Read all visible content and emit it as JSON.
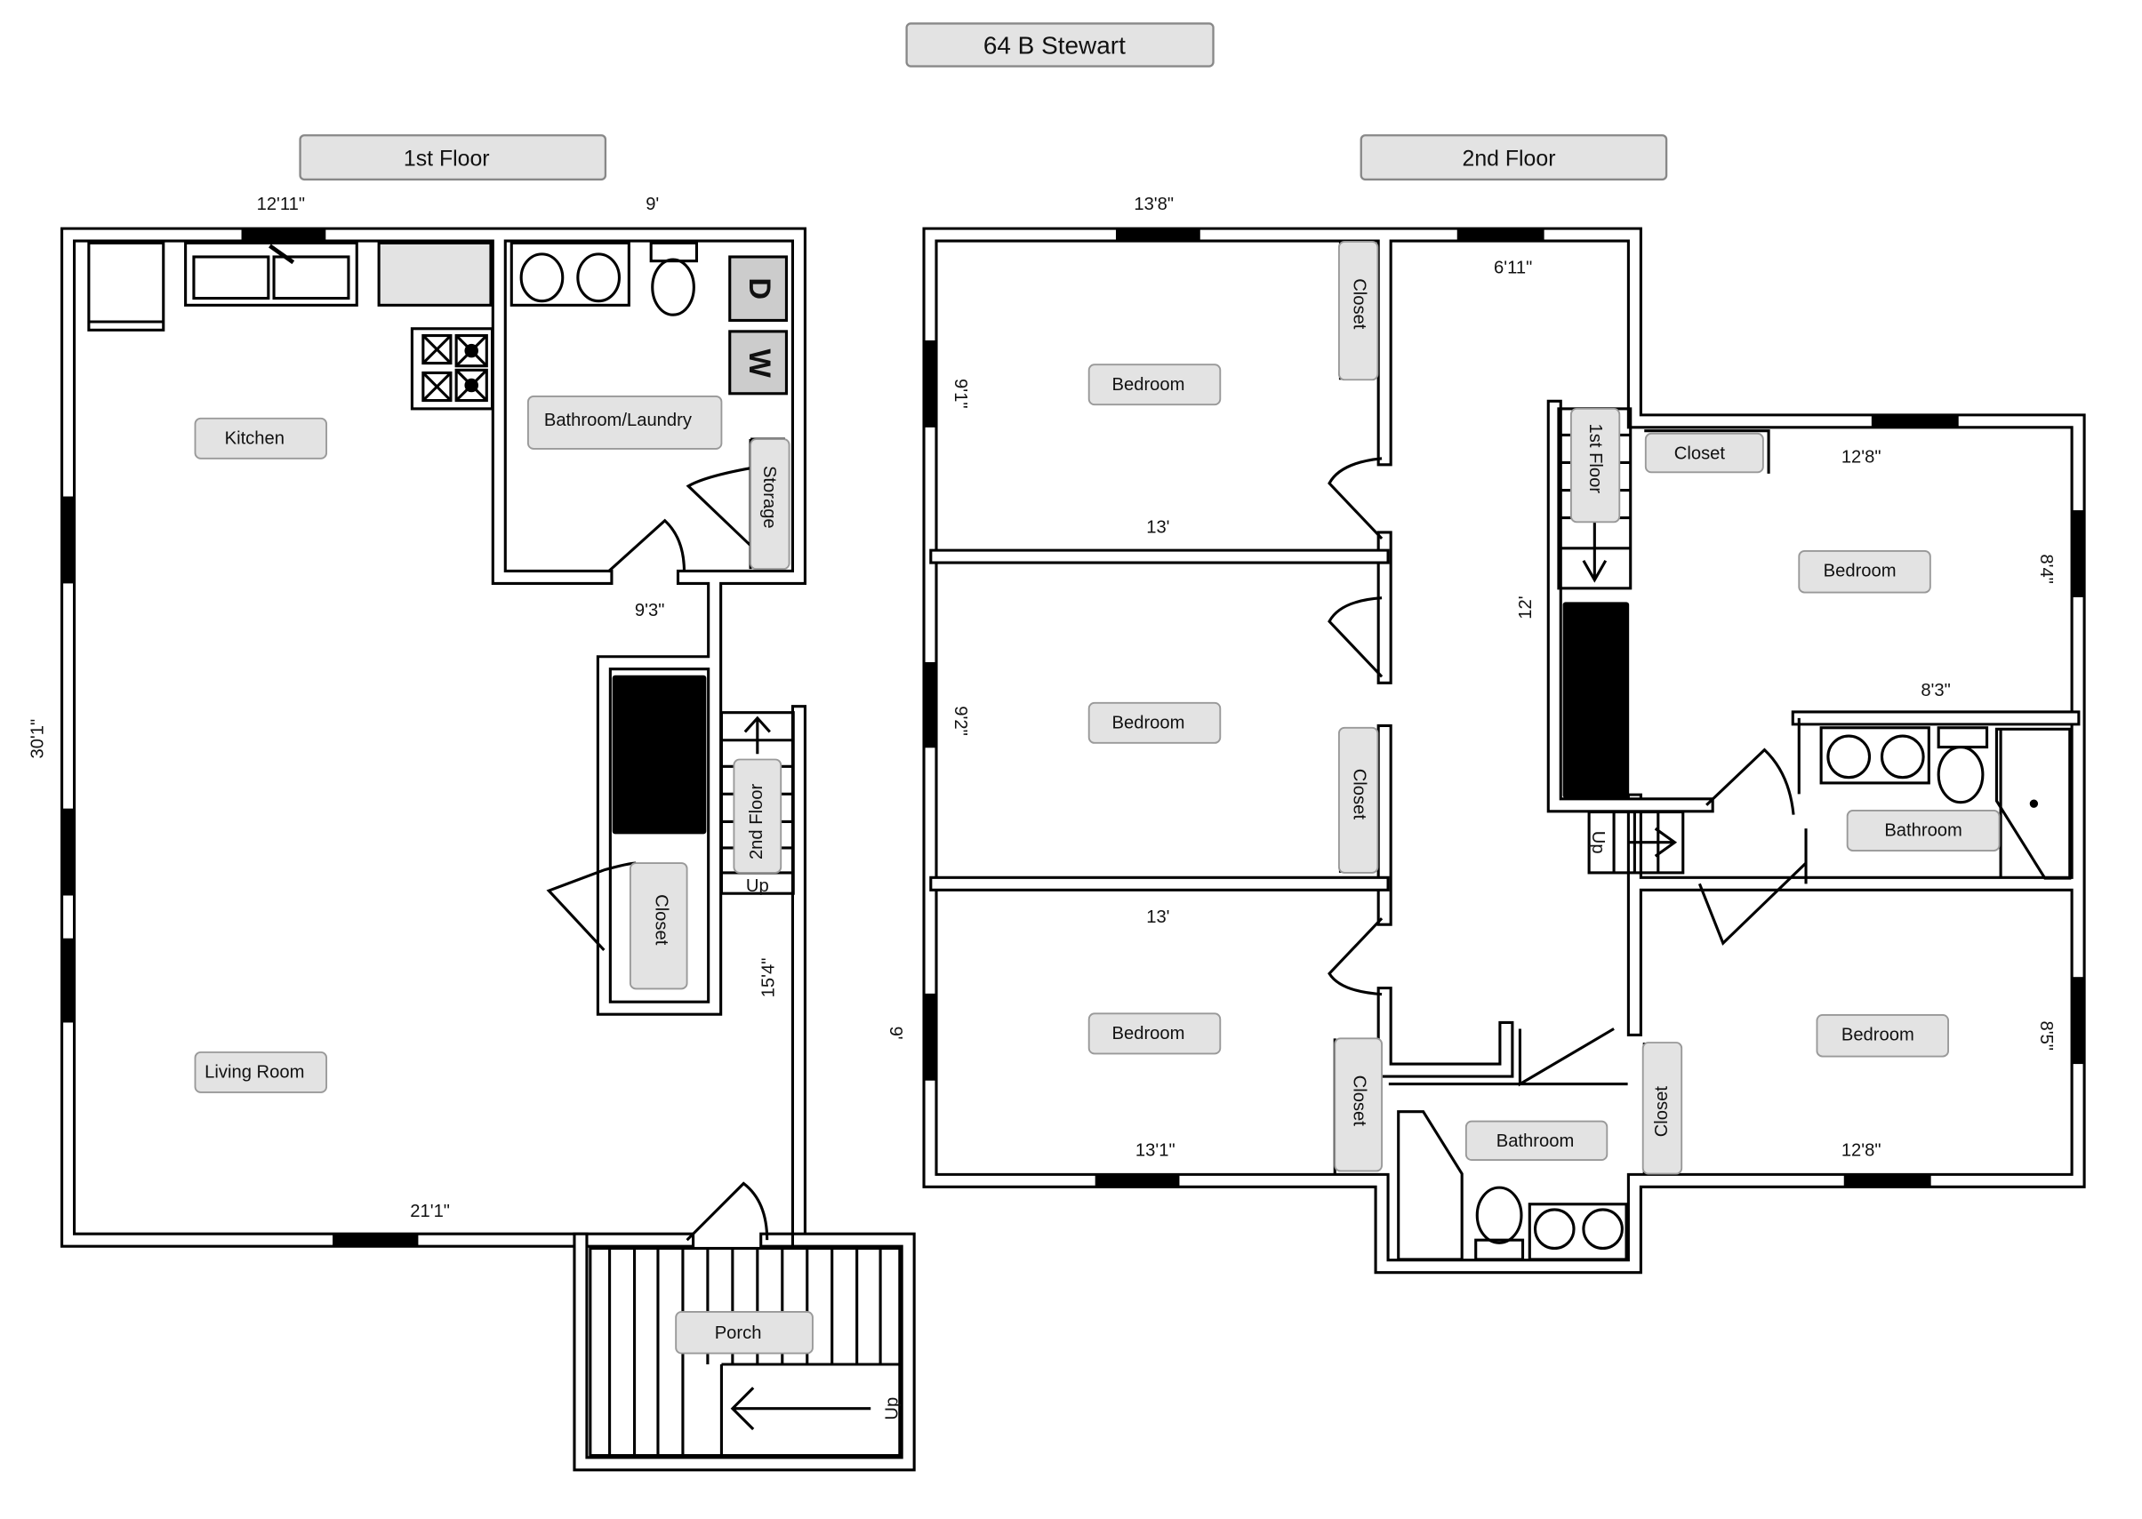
{
  "title": "64 B Stewart",
  "floors": {
    "first": {
      "label": "1st Floor",
      "rooms": {
        "kitchen": "Kitchen",
        "bath_laundry": "Bathroom/Laundry",
        "storage": "Storage",
        "closet": "Closet",
        "stairs": "2nd Floor",
        "living": "Living Room",
        "porch": "Porch",
        "up1": "Up",
        "up2": "Up"
      },
      "appliances": {
        "dryer": "D",
        "washer": "W"
      },
      "dimensions": {
        "top_left": "12'11\"",
        "top_right": "9'",
        "bath_bottom": "9'3\"",
        "left": "30'1\"",
        "hall": "15'4\"",
        "bottom": "21'1\""
      }
    },
    "second": {
      "label": "2nd Floor",
      "rooms": {
        "bed1": "Bedroom",
        "bed2": "Bedroom",
        "bed3": "Bedroom",
        "bed4": "Bedroom",
        "bed5": "Bedroom",
        "closet1": "Closet",
        "closet2": "Closet",
        "closet3": "Closet",
        "closet4": "Closet",
        "closet5": "Closet",
        "stairs": "1st Floor",
        "up": "Up",
        "bath1": "Bathroom",
        "bath2": "Bathroom"
      },
      "dimensions": {
        "top": "13'8\"",
        "hall_top": "6'11\"",
        "bed1_side": "9'1\"",
        "bed1_bottom": "13'",
        "bed2_side": "9'2\"",
        "bed3_top": "13'",
        "bed3_side": "9'",
        "bed3_bottom": "13'1\"",
        "hall": "12'",
        "bed4_top": "12'8\"",
        "bed4_side": "8'4\"",
        "bed4_bottom": "8'3\"",
        "bed5_side": "8'5\"",
        "bed5_bottom": "12'8\""
      }
    }
  }
}
